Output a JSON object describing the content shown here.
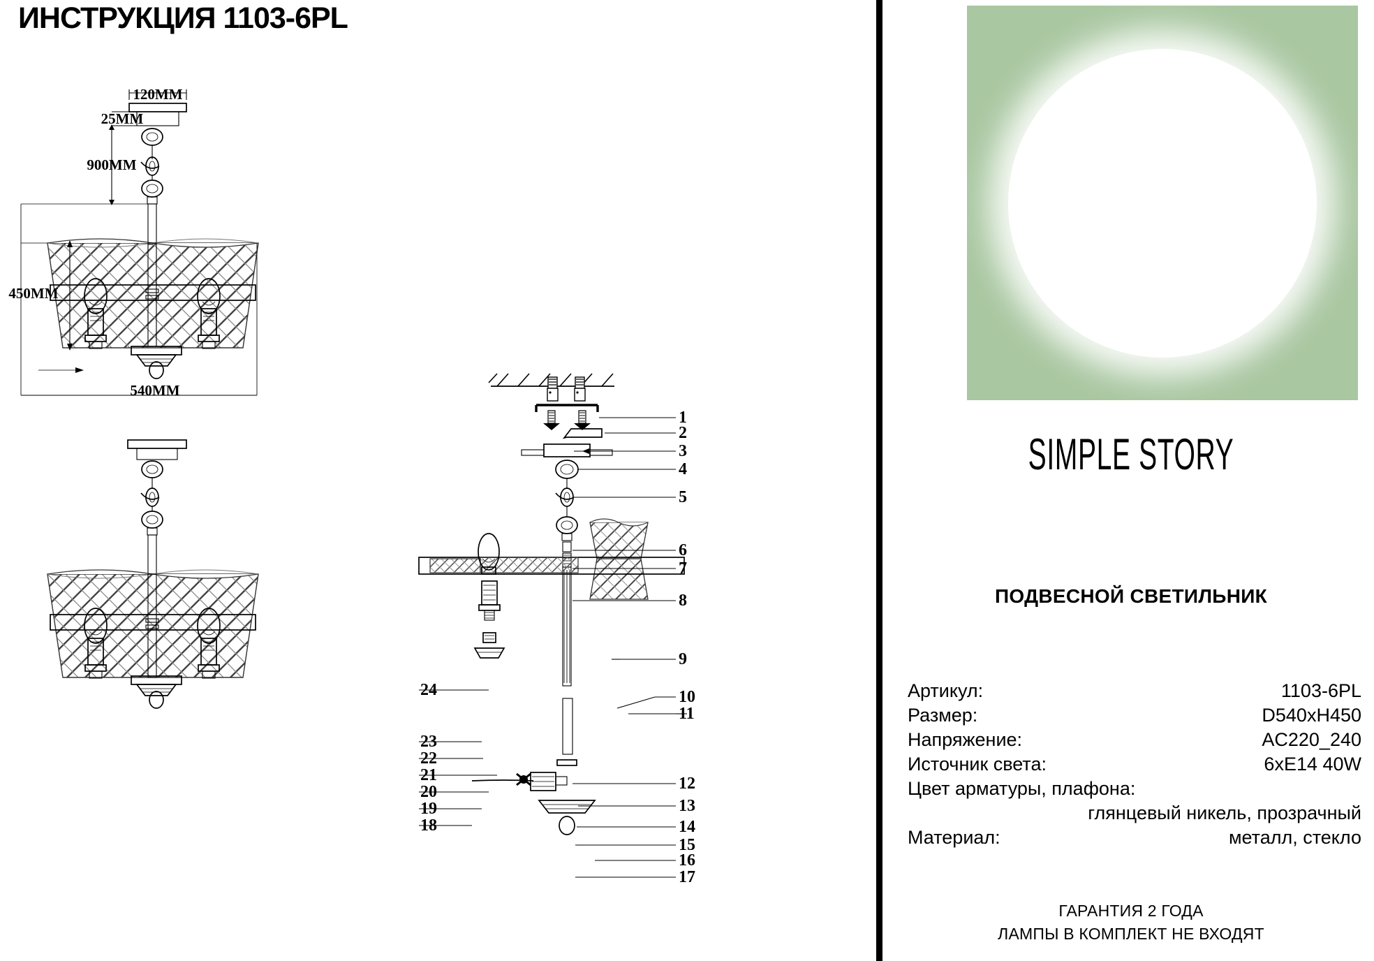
{
  "page": {
    "title": "ИНСТРУКЦИЯ 1103-6PL"
  },
  "drawings": {
    "dimensions": {
      "canopy_width": "120MM",
      "canopy_height": "25MM",
      "drop_length": "900MM",
      "fixture_height": "450MM",
      "fixture_diameter": "540MM"
    },
    "callouts_right_upper": [
      "1",
      "2",
      "3",
      "4",
      "5"
    ],
    "callouts_right_mid": [
      "6",
      "7",
      "8",
      "9",
      "10",
      "11"
    ],
    "callouts_right_lower": [
      "12",
      "13",
      "14",
      "15",
      "16",
      "17"
    ],
    "callouts_left": [
      "24",
      "23",
      "22",
      "21",
      "20",
      "19",
      "18"
    ]
  },
  "right_panel": {
    "brand": "SIMPLE STORY",
    "product_type": "ПОДВЕСНОЙ СВЕТИЛЬНИК",
    "hero_colors": {
      "background": "#a9c7a1",
      "globe": "#ffffff"
    },
    "specs": [
      {
        "label": "Артикул:",
        "value": "1103-6PL"
      },
      {
        "label": "Размер:",
        "value": "D540xH450"
      },
      {
        "label": "Напряжение:",
        "value": "AC220_240"
      },
      {
        "label": "Источник света:",
        "value": "6xE14 40W"
      }
    ],
    "spec_color_label": "Цвет арматуры, плафона:",
    "spec_color_value": "глянцевый никель, прозрачный",
    "spec_material": {
      "label": "Материал:",
      "value": "металл, стекло"
    },
    "footer_line1": "ГАРАНТИЯ 2 ГОДА",
    "footer_line2": "ЛАМПЫ В КОМПЛЕКТ НЕ ВХОДЯТ"
  }
}
